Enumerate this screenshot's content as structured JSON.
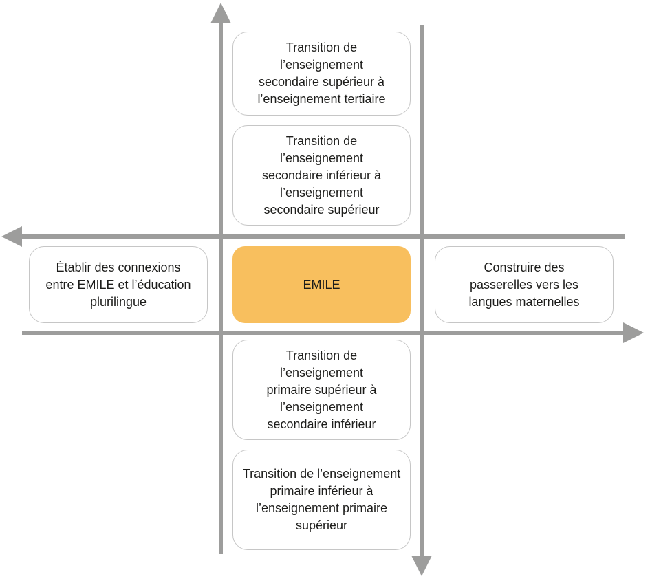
{
  "center": {
    "label": "EMILE",
    "color": "#f8bf5e"
  },
  "boxes": {
    "top_1": "Transition de l’enseignement secondaire supérieur à l’enseignement tertiaire",
    "top_2": "Transition de l’enseignement secondaire inférieur à l’enseignement secondaire supérieur",
    "left": "Établir des connexions entre EMILE et l’éducation plurilingue",
    "right": "Construire des passerelles vers les langues maternelles",
    "bottom_1": "Transition de l’enseignement primaire supérieur à l’enseignement secondaire inférieur",
    "bottom_2": "Transition de l’enseignement primaire inférieur à l’enseignement primaire supérieur"
  },
  "axis_color": "#9d9d9c"
}
